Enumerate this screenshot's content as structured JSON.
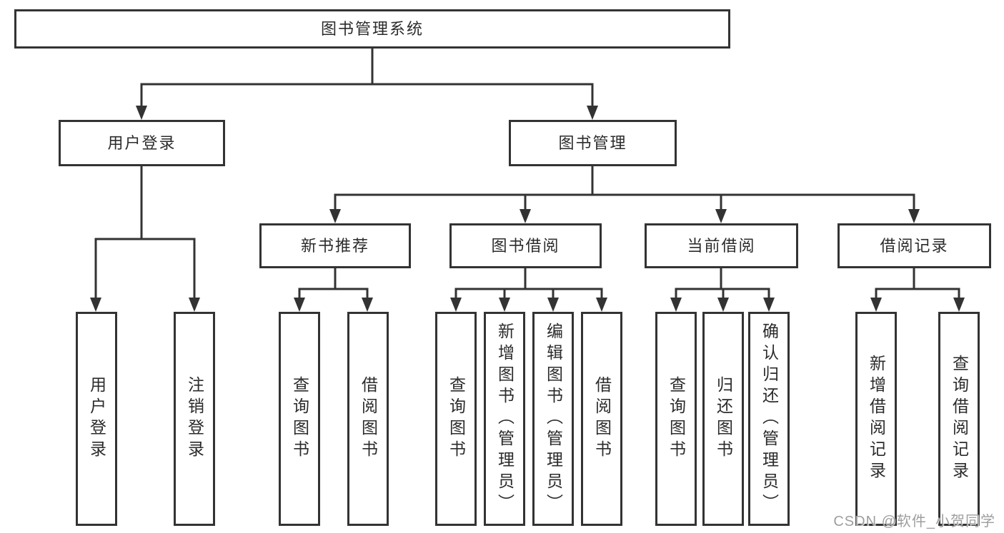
{
  "diagram": {
    "root": {
      "label": "图书管理系统"
    },
    "branches": [
      {
        "label": "用户登录",
        "children": [
          {
            "label": "用户登录"
          },
          {
            "label": "注销登录"
          }
        ]
      },
      {
        "label": "图书管理",
        "children": [
          {
            "label": "新书推荐",
            "children": [
              {
                "label": "查询图书"
              },
              {
                "label": "借阅图书"
              }
            ]
          },
          {
            "label": "图书借阅",
            "children": [
              {
                "label": "查询图书"
              },
              {
                "label": "新增图书（管理员）"
              },
              {
                "label": "编辑图书（管理员）"
              },
              {
                "label": "借阅图书"
              }
            ]
          },
          {
            "label": "当前借阅",
            "children": [
              {
                "label": "查询图书"
              },
              {
                "label": "归还图书"
              },
              {
                "label": "确认归还（管理员）"
              }
            ]
          },
          {
            "label": "借阅记录",
            "children": [
              {
                "label": "新增借阅记录"
              },
              {
                "label": "查询借阅记录"
              }
            ]
          }
        ]
      }
    ]
  },
  "watermark": {
    "text": "CSDN @软件_小贺同学"
  },
  "colors": {
    "line": "#333333",
    "box_border": "#333333",
    "text": "#2b2b2b",
    "watermark": "#9e9e9e",
    "background": "#ffffff"
  }
}
